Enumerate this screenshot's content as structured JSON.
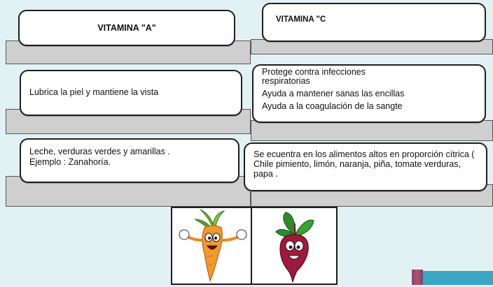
{
  "vitamin_a": {
    "title": "VITAMINA \"A\"",
    "function": "Lubrica la piel y mantiene la vista",
    "sources": [
      "Leche, verduras verdes  y amarillas .",
      "Ejemplo : Zanahoría."
    ]
  },
  "vitamin_c": {
    "title": "VITAMINA \"C",
    "functions": [
      "Protege contra infecciones respiratorias",
      "Ayuda a mantener sanas las encillas",
      "Ayuda a la coagulación de la sangte"
    ],
    "sources": "Se ecuentra en los alimentos altos en proporción cítrica ( Chile pimiento, limón, naranja, piña, tomate verduras,  papa ."
  },
  "images": {
    "left": "carrot-cartoon",
    "right": "beet-cartoon"
  },
  "colors": {
    "background": "#e2f1f4",
    "shelf": "#cfcfcf",
    "card_border": "#1e1e1e"
  }
}
